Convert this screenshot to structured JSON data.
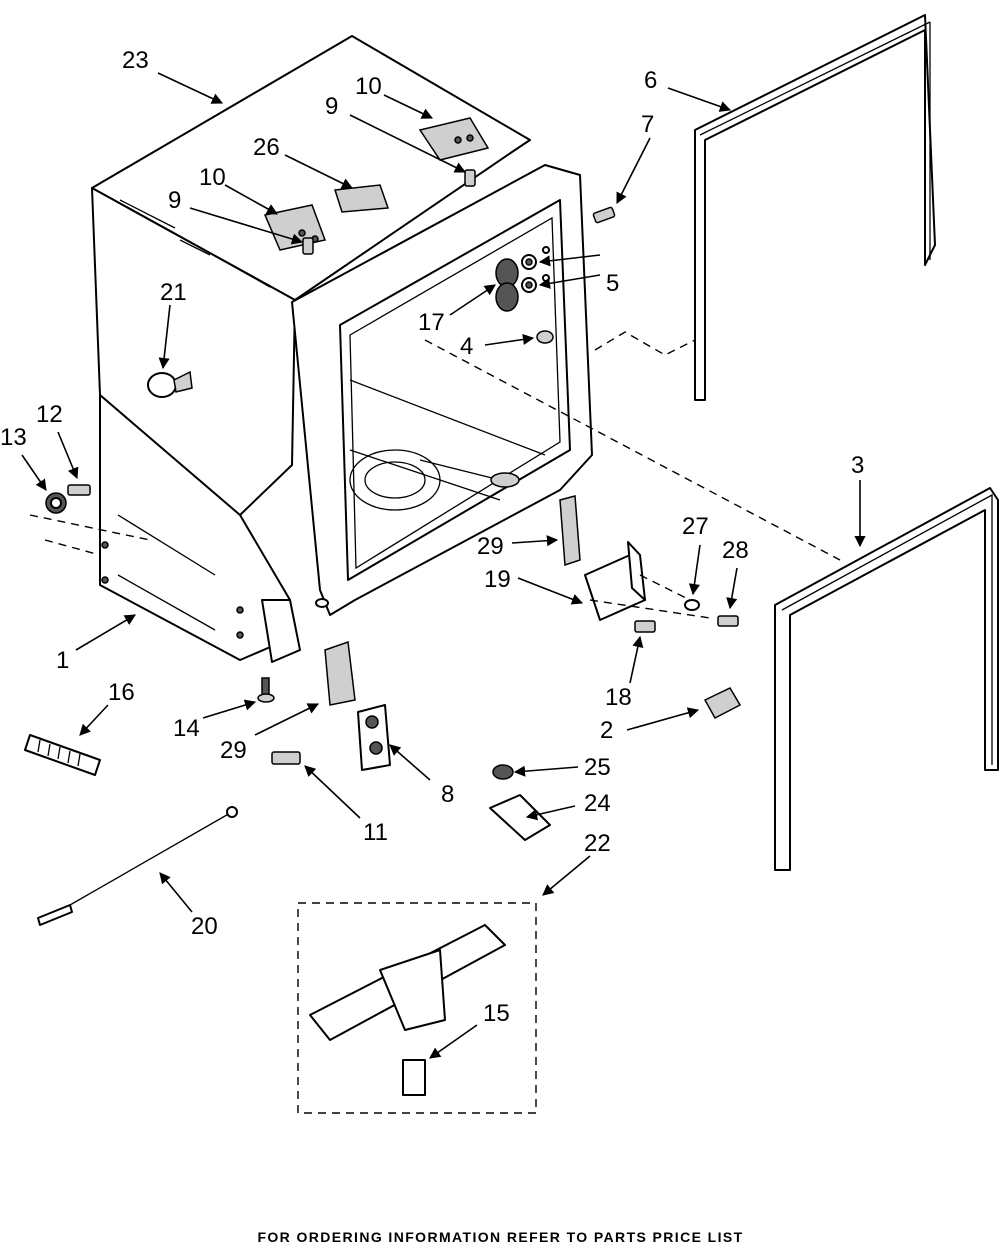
{
  "callouts": [
    "1",
    "2",
    "3",
    "4",
    "5",
    "6",
    "7",
    "8",
    "9",
    "10",
    "11",
    "12",
    "13",
    "14",
    "15",
    "16",
    "17",
    "18",
    "19",
    "20",
    "21",
    "22",
    "23",
    "24",
    "25",
    "26",
    "27",
    "28",
    "29"
  ],
  "footer": "FOR ORDERING INFORMATION REFER TO PARTS PRICE LIST"
}
